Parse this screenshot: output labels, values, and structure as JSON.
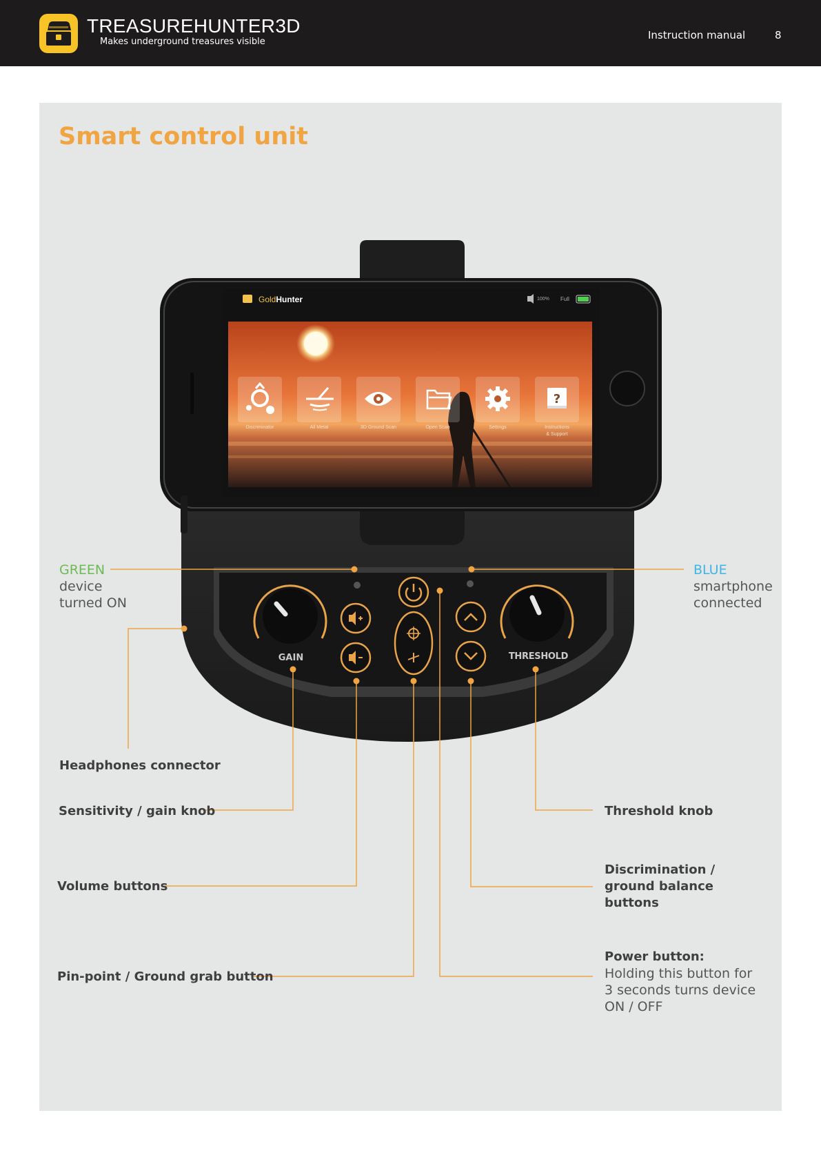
{
  "header": {
    "brand_title": "TREASUREHUNTER3D",
    "brand_subtitle": "Makes underground treasures visible",
    "doc_label": "Instruction manual",
    "page_number": "8"
  },
  "section": {
    "title": "Smart control unit"
  },
  "phone": {
    "app_brand": "GoldHunter",
    "app_brand_gold": "Gold",
    "app_brand_white": "Hunter",
    "volume_text": "100%",
    "battery_text": "Full",
    "menu": [
      {
        "label": "Discriminator",
        "icon": "ring-coin-icon"
      },
      {
        "label": "All Metal",
        "icon": "metal-detector-icon"
      },
      {
        "label": "3D Ground Scan",
        "icon": "eye-icon"
      },
      {
        "label": "Open Scan",
        "icon": "folder-icon"
      },
      {
        "label": "Settings",
        "icon": "gear-icon"
      },
      {
        "label": "Instructions",
        "label2": "& Support",
        "icon": "help-book-icon"
      }
    ]
  },
  "device": {
    "gain_label": "GAIN",
    "threshold_label": "THRESHOLD"
  },
  "callouts": {
    "green": {
      "heading": "GREEN",
      "line1": "device",
      "line2": "turned ON"
    },
    "blue": {
      "heading": "BLUE",
      "line1": "smartphone",
      "line2": "connected"
    },
    "headphones": "Headphones connector",
    "gain": "Sensitivity / gain knob",
    "volume": "Volume buttons",
    "pinpoint": "Pin-point / Ground grab button",
    "threshold": "Threshold knob",
    "discrimination": {
      "line1": "Discrimination /",
      "line2": "ground balance",
      "line3": "buttons"
    },
    "power": {
      "heading": "Power button:",
      "line1": "Holding this button for",
      "line2": "3 seconds turns device",
      "line3": "ON / OFF"
    }
  },
  "colors": {
    "accent_orange": "#f0a442",
    "green": "#6dba55",
    "blue": "#3eb5e4",
    "header_bg": "#1d1b1c",
    "panel_bg": "#e5e7e6",
    "logo_yellow": "#f7c326"
  }
}
